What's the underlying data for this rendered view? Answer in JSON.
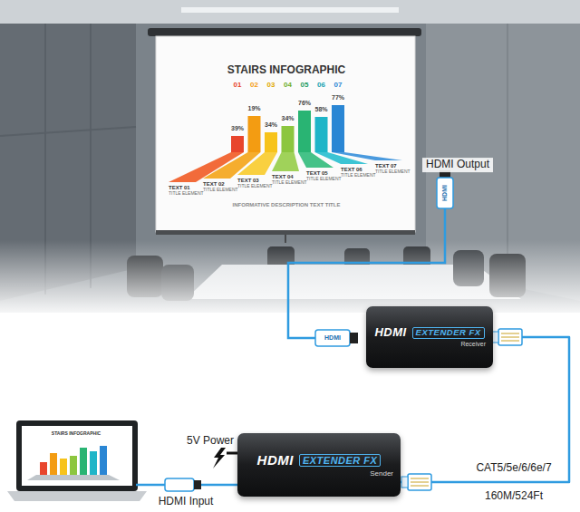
{
  "diagram": {
    "nodes": [
      {
        "text": [
          "HDMI",
          "EXTENDER FX",
          "Receiver"
        ]
      },
      {
        "text": [
          "HDMI",
          "EXTENDER FX",
          "Sender"
        ]
      }
    ],
    "edges": [
      {
        "from": 1,
        "to": 0,
        "arrow": "none"
      }
    ],
    "labels": [
      "STAIRS INFOGRAPHIC",
      "01",
      "02",
      "03",
      "04",
      "05",
      "06",
      "07",
      "39%",
      "19%",
      "34%",
      "34%",
      "76%",
      "58%",
      "77%",
      "TEXT 01",
      "TITLE ELEMENT",
      "TEXT 02",
      "TITLE ELEMENT",
      "TEXT 03",
      "TITLE ELEMENT",
      "TEXT 04",
      "TITLE ELEMENT",
      "TEXT 05",
      "TITLE ELEMENT",
      "TEXT 06",
      "TITLE ELEMENT",
      "TEXT 07",
      "TITLE ELEMENT",
      "INFORMATIVE DESCRIPTION TEXT TITLE",
      "HDMI Output",
      "HDMI",
      "HDMI",
      "5V Power",
      "STAIRS INFOGRAPHIC",
      "HDMI Input",
      "CAT5/5e/6/6e/7",
      "160M/524Ft"
    ]
  }
}
